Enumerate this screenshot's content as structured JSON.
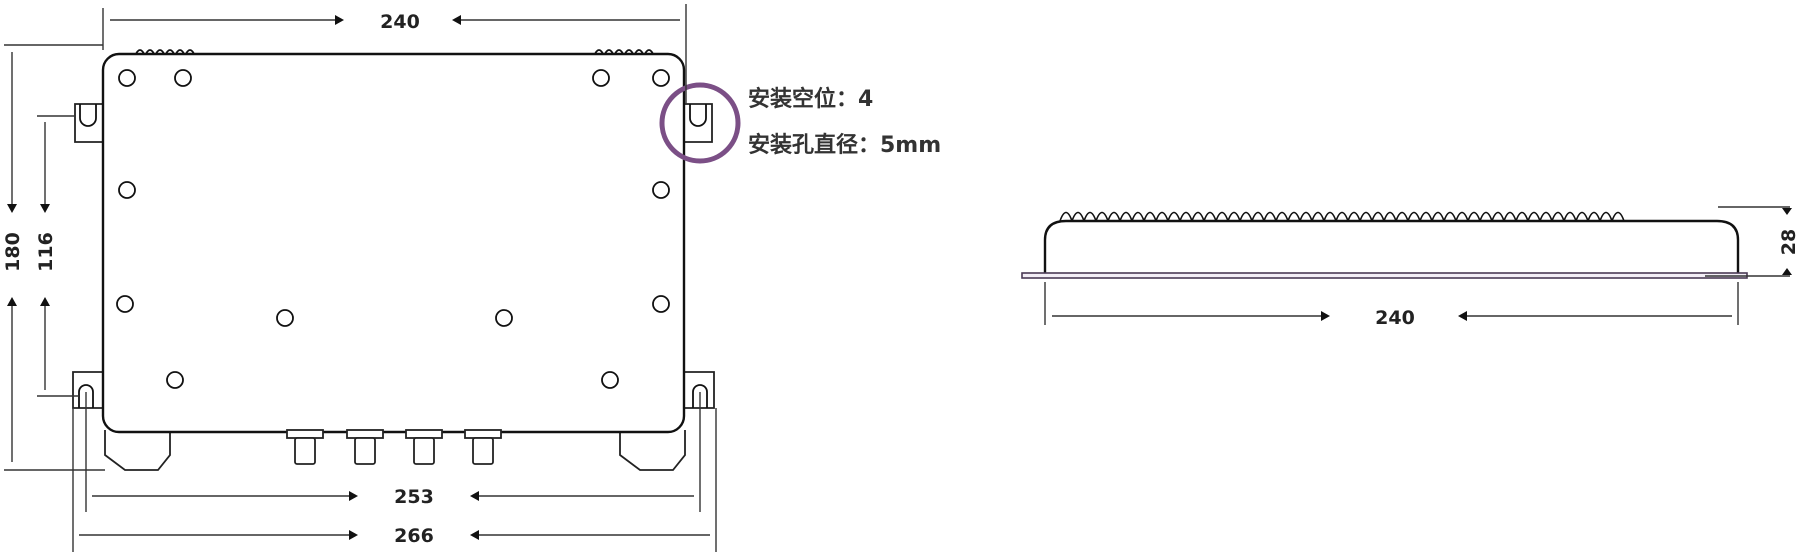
{
  "top_view": {
    "dim_top_width": "240",
    "dim_left_height": "180",
    "dim_left_inner_height": "116",
    "dim_bottom_inner": "253",
    "dim_bottom_outer": "266",
    "mount_callout": {
      "line1": "安装空位：4",
      "line2": "安装孔直径：5mm"
    },
    "highlight_color": "#7b4f86"
  },
  "side_view": {
    "dim_width": "240",
    "dim_height": "28"
  }
}
